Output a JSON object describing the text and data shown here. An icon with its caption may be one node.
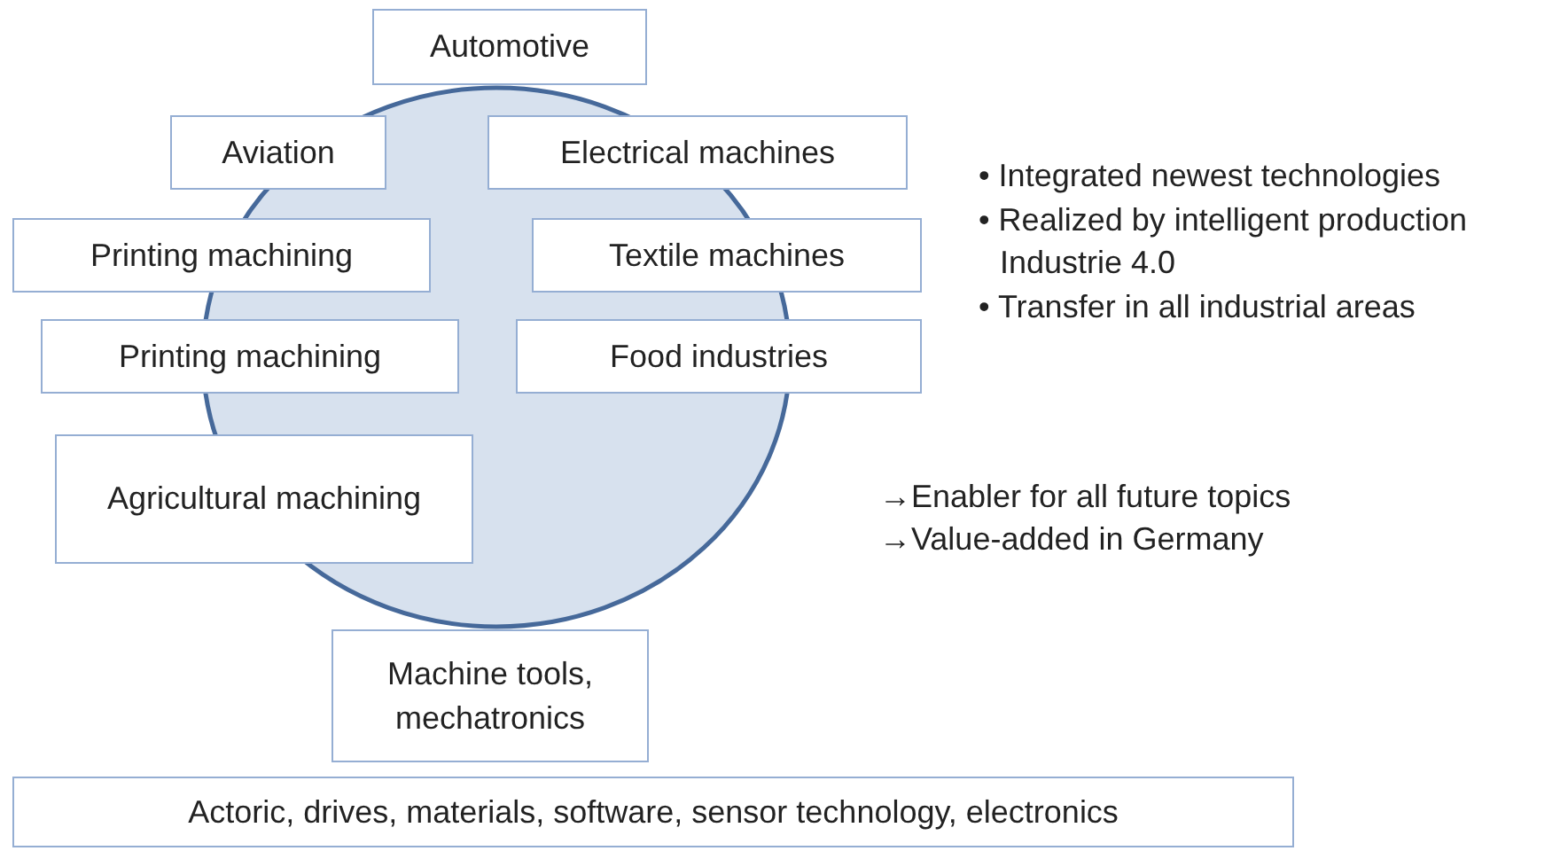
{
  "diagram": {
    "nodes": [
      {
        "text": [],
        "shape": "circle"
      },
      {
        "text": [
          "Automotive"
        ]
      },
      {
        "text": [
          "Aviation"
        ]
      },
      {
        "text": [
          "Electrical machines"
        ]
      },
      {
        "text": [
          "Printing machining"
        ]
      },
      {
        "text": [
          "Textile machines"
        ]
      },
      {
        "text": [
          "Printing machining"
        ]
      },
      {
        "text": [
          "Food industries"
        ]
      },
      {
        "text": [
          "Agricultural machining"
        ]
      },
      {
        "text": [
          "Machine tools, mechatronics"
        ]
      },
      {
        "text": [
          "Actoric, drives, materials, software, sensor technology, electronics"
        ]
      }
    ],
    "labels": [
      "• Integrated newest technologies",
      "• Realized by intelligent production Industrie 4.0",
      "• Transfer in all industrial areas",
      "→Enabler for all future topics",
      "→Value-added in Germany"
    ]
  }
}
